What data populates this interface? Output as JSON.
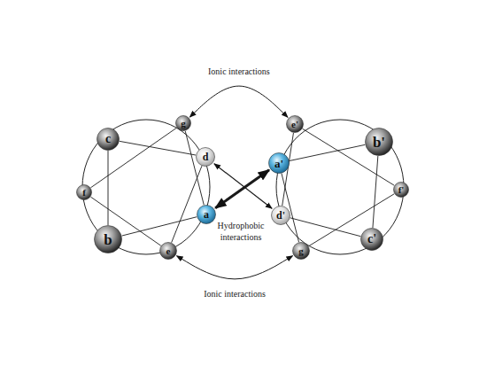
{
  "diagram": {
    "nodes": [
      {
        "text": [
          "a"
        ]
      },
      {
        "text": [
          "b"
        ]
      },
      {
        "text": [
          "c"
        ]
      },
      {
        "text": [
          "d"
        ]
      },
      {
        "text": [
          "e"
        ]
      },
      {
        "text": [
          "f"
        ]
      },
      {
        "text": [
          "g"
        ]
      },
      {
        "text": [
          "a'"
        ]
      },
      {
        "text": [
          "b'"
        ]
      },
      {
        "text": [
          "c'"
        ]
      },
      {
        "text": [
          "d'"
        ]
      },
      {
        "text": [
          "e'"
        ]
      },
      {
        "text": [
          "f'"
        ]
      },
      {
        "text": [
          "g"
        ]
      }
    ],
    "edges": [
      {
        "from": 0,
        "to": 1,
        "arrow": "none"
      },
      {
        "from": 1,
        "to": 2,
        "arrow": "none"
      },
      {
        "from": 2,
        "to": 3,
        "arrow": "none"
      },
      {
        "from": 3,
        "to": 4,
        "arrow": "none"
      },
      {
        "from": 4,
        "to": 5,
        "arrow": "none"
      },
      {
        "from": 5,
        "to": 6,
        "arrow": "none"
      },
      {
        "from": 6,
        "to": 0,
        "arrow": "none"
      },
      {
        "from": 7,
        "to": 8,
        "arrow": "none"
      },
      {
        "from": 8,
        "to": 9,
        "arrow": "none"
      },
      {
        "from": 9,
        "to": 10,
        "arrow": "none"
      },
      {
        "from": 10,
        "to": 11,
        "arrow": "none"
      },
      {
        "from": 11,
        "to": 12,
        "arrow": "none"
      },
      {
        "from": 12,
        "to": 13,
        "arrow": "none"
      },
      {
        "from": 13,
        "to": 7,
        "arrow": "none"
      },
      {
        "from": 0,
        "to": 7,
        "arrow": "both"
      },
      {
        "from": 3,
        "to": 10,
        "arrow": "both"
      },
      {
        "from": 6,
        "to": 11,
        "label": "Ionic interactions",
        "arrow": "both"
      },
      {
        "from": 4,
        "to": 13,
        "label": "Ionic interactions",
        "arrow": "both"
      }
    ],
    "labels": [
      "Hydrophobic interactions"
    ]
  }
}
